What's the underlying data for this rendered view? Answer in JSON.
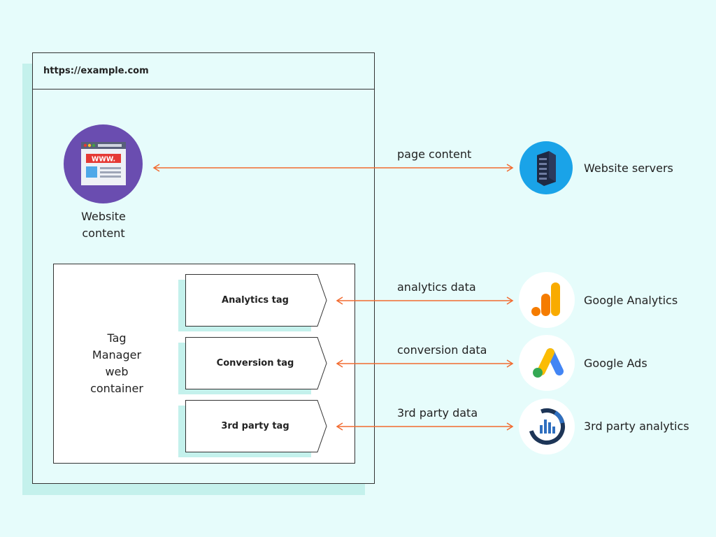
{
  "browser": {
    "url": "https://example.com"
  },
  "website": {
    "caption_line1": "Website",
    "caption_line2": "content",
    "icon_text": "WWW."
  },
  "tag_manager": {
    "line1": "Tag",
    "line2": "Manager",
    "line3": "web",
    "line4": "container"
  },
  "tags": [
    {
      "label": "Analytics tag"
    },
    {
      "label": "Conversion tag"
    },
    {
      "label": "3rd party tag"
    }
  ],
  "edges": [
    {
      "label": "page content"
    },
    {
      "label": "analytics data"
    },
    {
      "label": "conversion data"
    },
    {
      "label": "3rd party data"
    }
  ],
  "services": [
    {
      "label": "Website servers",
      "icon": "server-icon"
    },
    {
      "label": "Google Analytics",
      "icon": "google-analytics-icon"
    },
    {
      "label": "Google Ads",
      "icon": "google-ads-icon"
    },
    {
      "label": "3rd party analytics",
      "icon": "third-party-analytics-icon"
    }
  ],
  "colors": {
    "background": "#e6fcfb",
    "shadow": "#c4f1ec",
    "arrow": "#f26b30",
    "website_circle": "#6a4db0",
    "server_circle": "#1aa3e8",
    "ga_orange": "#f57c00",
    "ga_yellow": "#f9ab00",
    "ads_blue": "#4285f4",
    "ads_yellow": "#fbbc04",
    "ads_green": "#34a853",
    "third_party_blue": "#2f6fbf",
    "third_party_dark": "#1d3557"
  }
}
